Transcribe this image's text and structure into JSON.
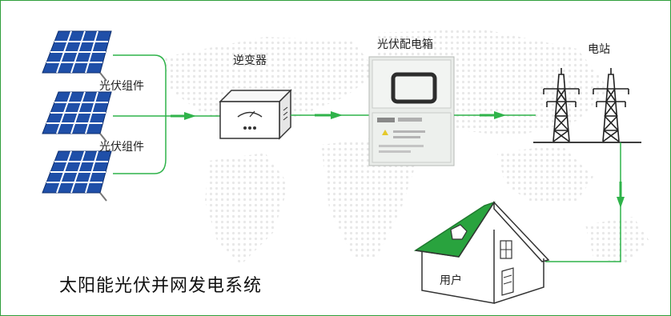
{
  "diagram": {
    "title": "太阳能光伏并网发电系统",
    "panel_label_1": "光伏组件",
    "panel_label_2": "光伏组件",
    "inverter_label": "逆变器",
    "box_label": "光伏配电箱",
    "station_label": "电站",
    "user_label": "用户"
  },
  "colors": {
    "border": "#2e9e3b",
    "line": "#2fb34a",
    "panel": "#1f4fa8",
    "roof": "#29a33e"
  }
}
